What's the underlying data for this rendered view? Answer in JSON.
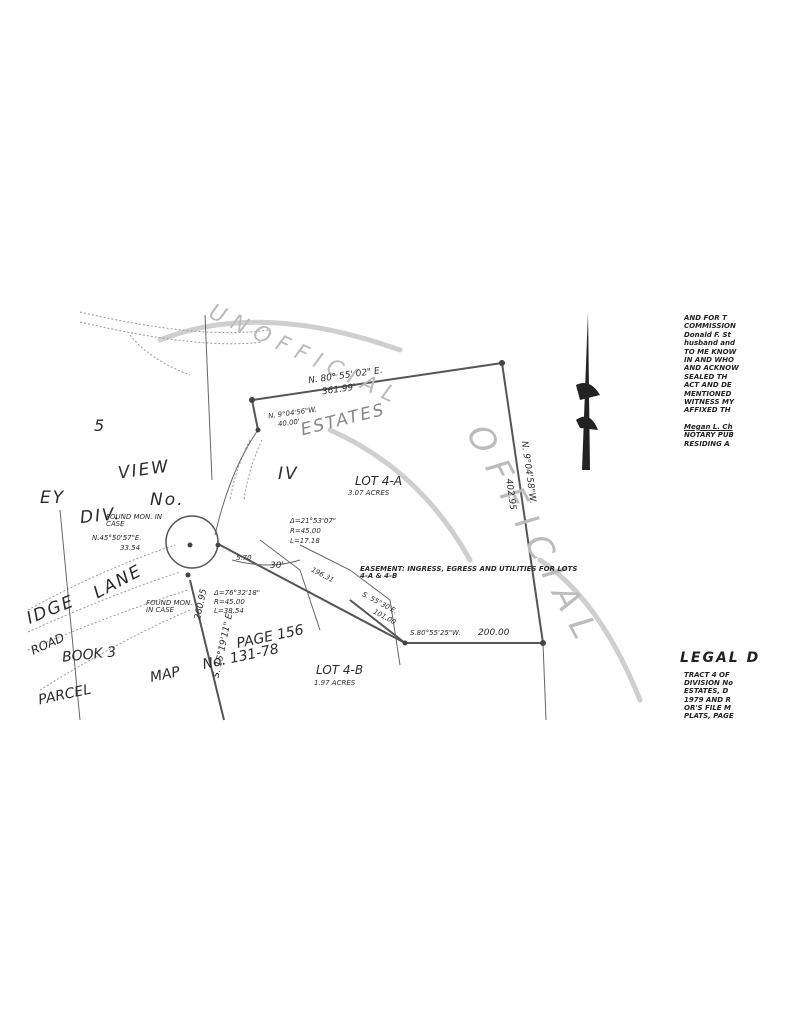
{
  "plat": {
    "lot_a": {
      "name": "LOT 4-A",
      "area": "3.07 ACRES"
    },
    "lot_b": {
      "name": "LOT 4-B",
      "area": "1.97 ACRES"
    },
    "bearings": {
      "north_line": "N. 80° 55' 02\" E.",
      "north_dist": "361.99'",
      "inner_bearing": "N. 9°04'56\"W.",
      "inner_dist": "40.00'",
      "east_line": "N. 9°04'58\"W.",
      "east_dist": "402.95",
      "south_line": "S.80°55'25\"W.",
      "south_dist": "200.00",
      "west_line": "S. 15°19'11\" E.",
      "west_dist": "260.95",
      "diag1": "S. 55°30'E.",
      "diag1_dist": "101.00",
      "mon_bearing": "N.45°50'57\"E.",
      "mon_dist": "33.54",
      "dist_30": "30'",
      "dist_19631": "196.31",
      "dist_570": "5.70"
    },
    "curve1": {
      "delta": "Δ=21°53'07\"",
      "radius": "R=45.00",
      "length": "L=17.18"
    },
    "curve2": {
      "delta": "Δ=76°32'18\"",
      "radius": "R=45.00",
      "length": "L=38.54"
    },
    "labels": {
      "found_mon_1": "FOUND MON. IN CASE",
      "found_mon_2": "FOUND MON. IN CASE",
      "easement": "EASEMENT: INGRESS, EGRESS AND UTILITIES FOR LOTS 4-A & 4-B",
      "parcel": "PARCEL",
      "map": "MAP",
      "map_no": "No. 131-78",
      "book": "BOOK 3",
      "page": "PAGE 156",
      "road": "ROAD",
      "lane": "LANE",
      "ridge": "IDGE",
      "view": "VIEW",
      "ey": "EY",
      "div": "DIV.",
      "no": "No.",
      "five": "5",
      "estates": "ESTATES",
      "unit": "IV",
      "stamp_top": "UNOFFICIAL",
      "stamp_diag": "OFFICIAL"
    }
  },
  "notary": {
    "lines": [
      "AND FOR T",
      "COMMISSION",
      "Donald F. St",
      "husband and",
      "TO ME KNOW",
      "IN AND WHO",
      "AND ACKNOW",
      "SEALED TH",
      "ACT AND DE",
      "MENTIONED",
      "WITNESS MY",
      "AFFIXED TH",
      "",
      "Megan L. Ch",
      "NOTARY PUB",
      "RESIDING A"
    ]
  },
  "legal": {
    "title": "LEGAL D",
    "lines": [
      "TRACT 4 OF",
      "DIVISION No",
      "ESTATES, D",
      "1979 AND R",
      "OR'S FILE M",
      "PLATS, PAGE"
    ]
  },
  "colors": {
    "line": "#555555",
    "ink": "#2b2b2b",
    "stamp": "#c8c8c8",
    "paper": "#ffffff"
  }
}
